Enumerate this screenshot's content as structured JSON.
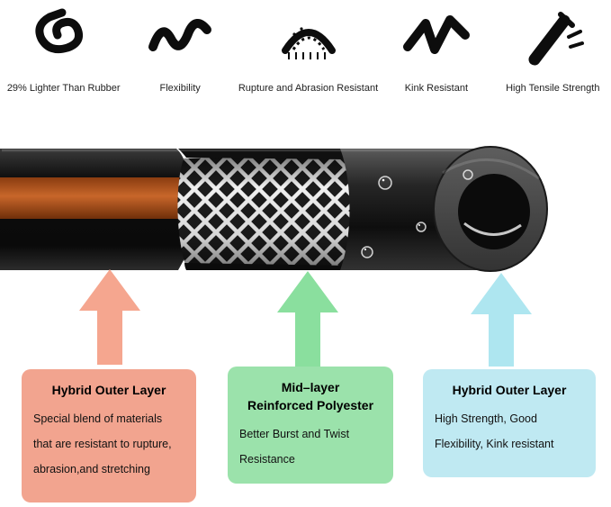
{
  "features": [
    {
      "icon": "lighter-than-rubber-icon",
      "label": "29% Lighter Than Rubber"
    },
    {
      "icon": "flexibility-icon",
      "label": "Flexibility"
    },
    {
      "icon": "rupture-abrasion-resistant-icon",
      "label": "Rupture and Abrasion Resistant"
    },
    {
      "icon": "kink-resistant-icon",
      "label": "Kink Resistant"
    },
    {
      "icon": "high-tensile-strength-icon",
      "label": "High Tensile Strength"
    }
  ],
  "hose": {
    "outer_layer_color": "#111111",
    "stripe_color": "#c8662a",
    "mesh_color": "#f0f0f0",
    "inner_tube_color": "#3f3f3f"
  },
  "callouts": [
    {
      "title_lines": [
        "Hybrid Outer Layer"
      ],
      "body": [
        "Special blend of materials",
        "that are resistant to rupture,",
        "abrasion,and stretching"
      ],
      "box_color": "#f2a48f",
      "arrow_color": "#f5a68f"
    },
    {
      "title_lines": [
        "Mid–layer",
        "Reinforced Polyester"
      ],
      "body": [
        "Better Burst and Twist",
        "Resistance"
      ],
      "box_color": "#9be2ab",
      "arrow_color": "#8adf9e"
    },
    {
      "title_lines": [
        "Hybrid Outer Layer"
      ],
      "body": [
        "High Strength, Good",
        "Flexibility, Kink resistant"
      ],
      "box_color": "#bfe9f2",
      "arrow_color": "#aee6f0"
    }
  ]
}
